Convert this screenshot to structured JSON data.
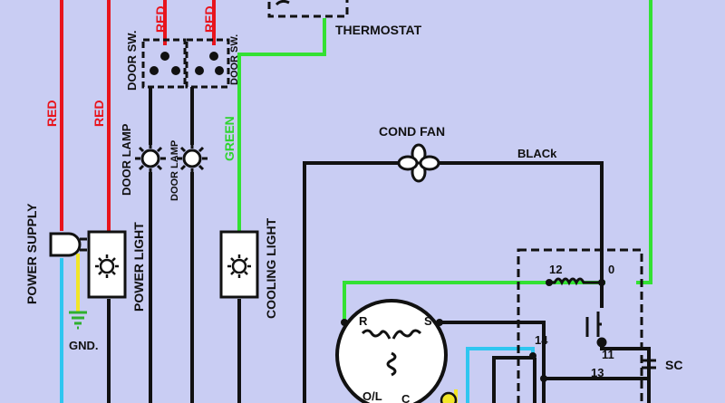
{
  "colors": {
    "background": "#c9cdf3",
    "red_wire": "#e8141c",
    "green_wire": "#33e133",
    "blue_wire": "#2fc6f0",
    "yellow_wire": "#f2e628",
    "black_wire": "#111111"
  },
  "labels": {
    "thermostat": "THERMOSTAT",
    "cond_fan": "COND FAN",
    "black": "BLACk",
    "red": "RED",
    "green": "GREEN",
    "door_sw": "DOOR SW.",
    "door_lamp": "DOOR LAMP",
    "power_supply": "POWER SUPPLY",
    "power_light": "POWER LIGHT",
    "cooling_light": "COOLING LIGHT",
    "gnd": "GND.",
    "sc": "SC",
    "r": "R",
    "s": "S",
    "c": "C",
    "ol": "O/L",
    "n12": "12",
    "n0": "0",
    "n14": "14",
    "n11": "11",
    "n13": "13"
  },
  "icons": [
    "plug-icon",
    "lamp-icon",
    "fan-icon",
    "ground-icon",
    "capacitor-icon",
    "compressor-icon",
    "switch-icon",
    "coil-icon"
  ]
}
